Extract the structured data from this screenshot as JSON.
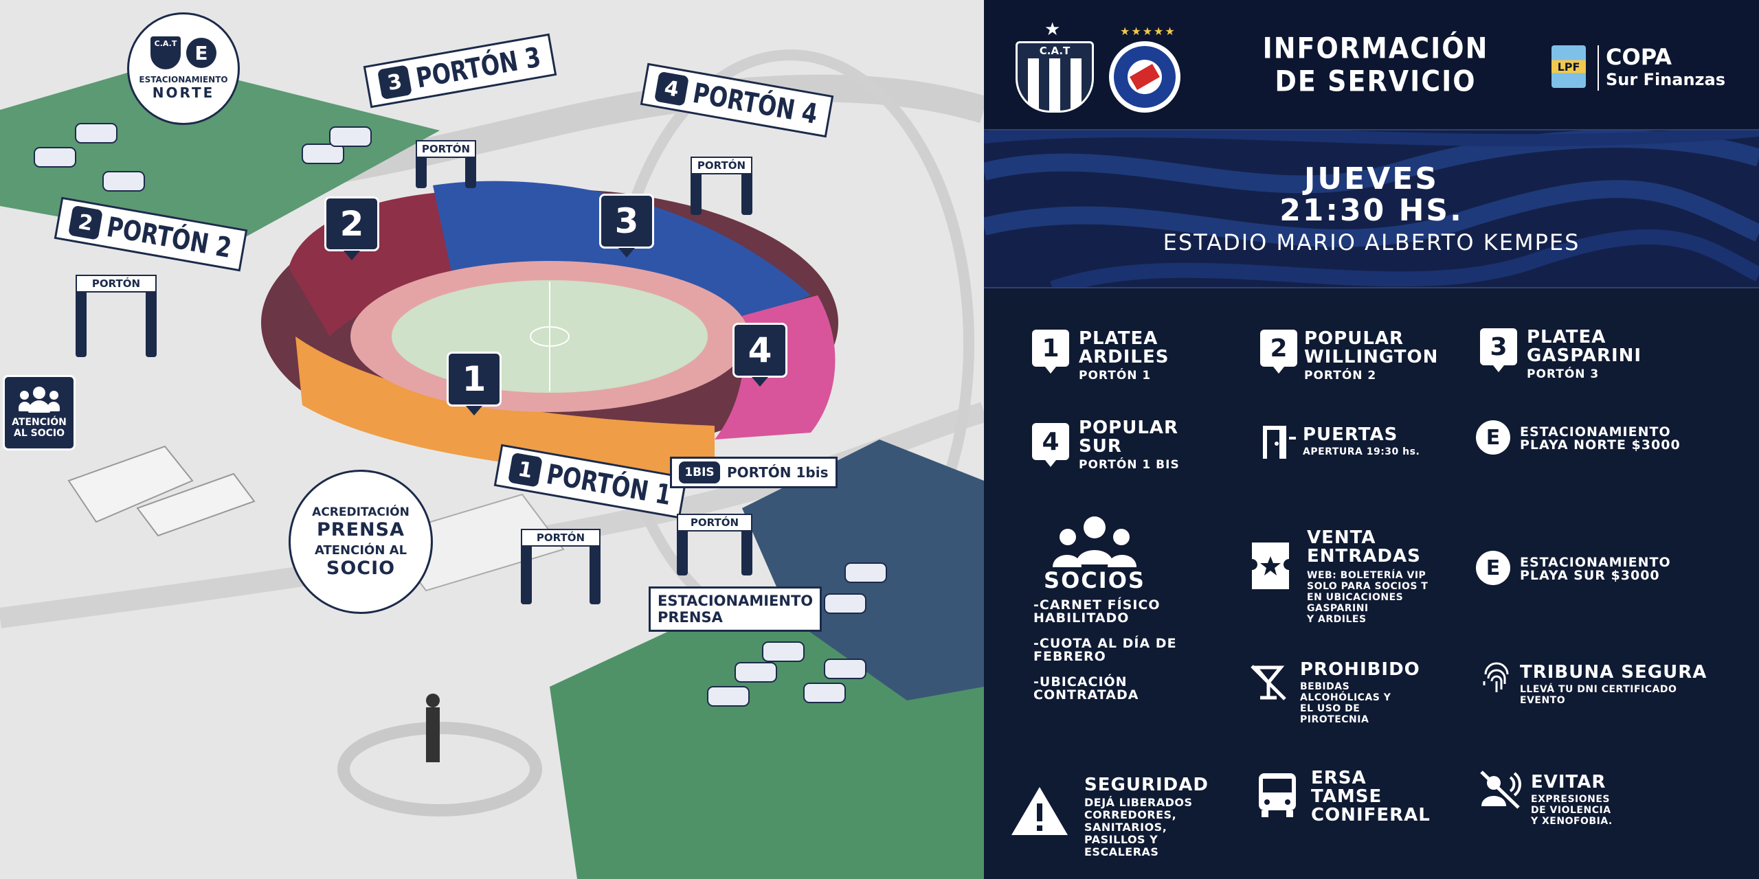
{
  "map": {
    "parking_north": {
      "title": "ESTACIONAMIENTO",
      "subtitle": "NORTE",
      "letter": "E"
    },
    "gates": [
      {
        "num": "3",
        "label": "PORTÓN 3"
      },
      {
        "num": "4",
        "label": "PORTÓN 4"
      },
      {
        "num": "2",
        "label": "PORTÓN 2"
      },
      {
        "num": "1",
        "label": "PORTÓN 1"
      },
      {
        "num": "1BIS",
        "label": "PORTÓN 1bis"
      }
    ],
    "gate_small_labels": [
      "PORTÓN",
      "PORTÓN",
      "PORTÓN",
      "PORTÓN",
      "PORTÓN"
    ],
    "section_badges": [
      "2",
      "3",
      "1",
      "4"
    ],
    "atencion_socio": "ATENCIÓN AL SOCIO",
    "prensa": {
      "line1": "ACREDITACIÓN",
      "line2": "PRENSA",
      "line3": "ATENCIÓN AL",
      "line4": "SOCIO"
    },
    "parking_prensa": {
      "line1": "ESTACIONAMIENTO",
      "line2": "PRENSA"
    },
    "club_shield": "C.A.T"
  },
  "header": {
    "club_home": "C.A.T",
    "title_line1": "INFORMACIÓN",
    "title_line2": "DE SERVICIO",
    "league_logo": "LPF",
    "cup_line1": "COPA",
    "cup_line2": "Sur Finanzas"
  },
  "match": {
    "day": "JUEVES",
    "time": "21:30 HS.",
    "stadium": "ESTADIO MARIO ALBERTO KEMPES"
  },
  "sectors": [
    {
      "num": "1",
      "line1": "PLATEA",
      "line2": "ARDILES",
      "gate": "PORTÓN 1"
    },
    {
      "num": "2",
      "line1": "POPULAR",
      "line2": "WILLINGTON",
      "gate": "PORTÓN 2"
    },
    {
      "num": "3",
      "line1": "PLATEA",
      "line2": "GASPARINI",
      "gate": "PORTÓN 3"
    },
    {
      "num": "4",
      "line1": "POPULAR",
      "line2": "SUR",
      "gate": "PORTÓN 1 BIS"
    }
  ],
  "puertas": {
    "title": "PUERTAS",
    "text": "APERTURA 19:30 hs."
  },
  "parking_north_info": {
    "letter": "E",
    "line1": "ESTACIONAMIENTO",
    "line2": "PLAYA NORTE $3000"
  },
  "socios": {
    "title": "SOCIOS",
    "items": [
      "-CARNET FÍSICO",
      "HABILITADO",
      "-CUOTA AL DÍA DE",
      "FEBRERO",
      "-UBICACIÓN",
      "CONTRATADA"
    ]
  },
  "venta": {
    "title1": "VENTA",
    "title2": "ENTRADAS",
    "text": [
      "WEB: BOLETERÍA VIP",
      "SOLO PARA SOCIOS T",
      "EN UBICACIONES",
      "GASPARINI",
      "Y ARDILES"
    ]
  },
  "parking_south_info": {
    "letter": "E",
    "line1": "ESTACIONAMIENTO",
    "line2": "PLAYA SUR $3000"
  },
  "prohibido": {
    "title": "PROHIBIDO",
    "text": [
      "BEBIDAS",
      "ALCOHÓLICAS Y",
      "EL USO DE",
      "PIROTECNIA"
    ]
  },
  "tribuna": {
    "title": "TRIBUNA SEGURA",
    "text": [
      "LLEVÁ TU DNI CERTIFICADO",
      "EVENTO"
    ]
  },
  "seguridad": {
    "title": "SEGURIDAD",
    "text": [
      "DEJÁ LIBERADOS",
      "CORREDORES,",
      "SANITARIOS,",
      "PASILLOS Y",
      "ESCALERAS"
    ]
  },
  "transporte": {
    "lines": [
      "ERSA",
      "TAMSE",
      "CONIFERAL"
    ]
  },
  "evitar": {
    "title": "EVITAR",
    "text": [
      "EXPRESIONES",
      "DE VIOLENCIA",
      "Y XENOFOBIA."
    ]
  },
  "colors": {
    "navy": "#1c2a4a",
    "panel": "#0f1a33",
    "stand_blue": "#2f4fa3",
    "stand_orange": "#f0a04a",
    "stand_pink": "#d9559a",
    "stand_maroon": "#8a2f45",
    "grass": "#5a9a72"
  }
}
